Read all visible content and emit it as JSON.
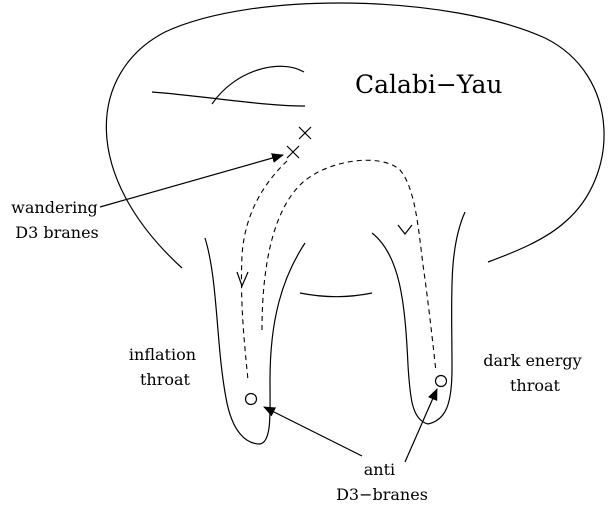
{
  "diagram": {
    "title": "Calabi−Yau",
    "labels": {
      "wandering": [
        "wandering",
        "D3 branes"
      ],
      "inflation": [
        "inflation",
        "throat"
      ],
      "dark_energy": [
        "dark energy",
        "throat"
      ],
      "anti": [
        "anti",
        "D3−branes"
      ]
    }
  }
}
